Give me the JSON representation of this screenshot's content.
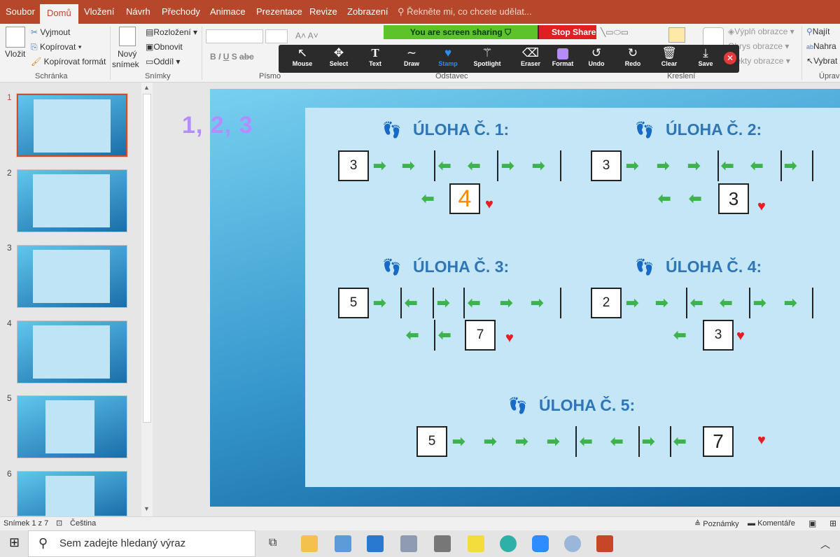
{
  "ribbon_tabs": {
    "soubor": "Soubor",
    "domu": "Domů",
    "vlozeni": "Vložení",
    "navrh": "Návrh",
    "prechody": "Přechody",
    "animace": "Animace",
    "prezentace": "Prezentace",
    "revize": "Revize",
    "zobrazeni": "Zobrazení",
    "tellme": "Řekněte mi, co chcete udělat..."
  },
  "ribbon": {
    "vlozit": "Vložit",
    "vyjmout": "Vyjmout",
    "kopirovat": "Kopírovat",
    "kopirovat_format": "Kopírovat formát",
    "schranka": "Schránka",
    "novy": "Nový",
    "snimek": "snímek",
    "rozlozeni": "Rozložení",
    "obnovit": "Obnovit",
    "oddil": "Oddíl",
    "snimky": "Snímky",
    "pismo": "Písmo",
    "odstavec": "Odstavec",
    "kresleni": "Kreslení",
    "uprav": "Úprav",
    "vypln": "Výplň obrazce",
    "obrys": "Obrys obrazce",
    "efekty": "Efekty obrazce",
    "najit": "Najít",
    "nahradit": "Nahra",
    "vybrat": "Vybrat"
  },
  "zoom": {
    "sharing": "You are screen sharing",
    "stop_share": "Stop Share",
    "tools": {
      "mouse": "Mouse",
      "select": "Select",
      "text": "Text",
      "draw": "Draw",
      "stamp": "Stamp",
      "spotlight": "Spotlight",
      "eraser": "Eraser",
      "format": "Format",
      "undo": "Undo",
      "redo": "Redo",
      "clear": "Clear",
      "save": "Save"
    }
  },
  "thumbnails": {
    "n1": "1",
    "n2": "2",
    "n3": "3",
    "n4": "4",
    "n5": "5",
    "n6": "6"
  },
  "slide": {
    "numbers": "1, 2, 3",
    "task1": {
      "title": "ÚLOHA Č. 1:",
      "start": "3",
      "answer": "4"
    },
    "task2": {
      "title": "ÚLOHA Č. 2:",
      "start": "3",
      "answer": "3"
    },
    "task3": {
      "title": "ÚLOHA Č. 3:",
      "start": "5",
      "answer": "7"
    },
    "task4": {
      "title": "ÚLOHA Č. 4:",
      "start": "2",
      "answer": "3"
    },
    "task5": {
      "title": "ÚLOHA Č. 5:",
      "start": "5",
      "answer": "7"
    }
  },
  "status": {
    "slide": "Snímek 1 z 7",
    "lang": "Čeština",
    "notes": "Poznámky",
    "comments": "Komentáře"
  },
  "taskbar": {
    "search": "Sem zadejte hledaný výraz"
  },
  "colors": {
    "ribbon": "#b7472a",
    "arrow": "#3cb44b",
    "title": "#2e76b6",
    "heart": "#e81c24"
  }
}
